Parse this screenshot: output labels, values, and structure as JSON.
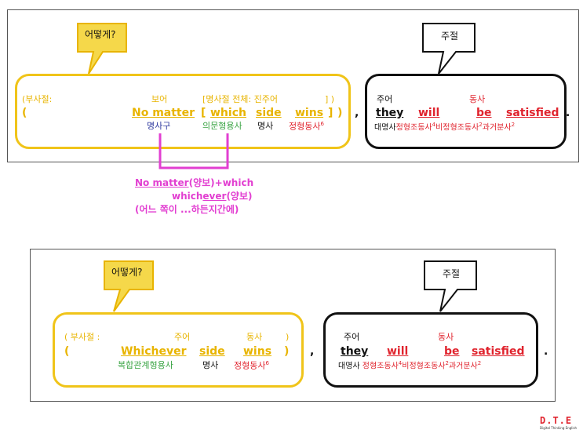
{
  "panel1": {
    "bubble_left": "어떻게?",
    "bubble_right": "주절",
    "adverb_clause_label": "(부사절:",
    "complement_label": "보어",
    "noun_clause_label": "[명사절 전체: 진주어",
    "noun_clause_close": "] )",
    "open_paren": "(",
    "no_matter": "No matter",
    "open_bracket": "[",
    "which": "which",
    "side": "side",
    "wins": "wins",
    "close_bracket": "]",
    "close_paren": ")",
    "tag_noun_phrase": "명사구",
    "tag_interrogative_adj": "의문형용사",
    "tag_noun": "명사",
    "tag_finite_verb": "정형동사",
    "tag_finite_verb_sup": "6",
    "comma": ",",
    "subject_label": "주어",
    "verb_label": "동사",
    "they": "they",
    "will": "will",
    "be": "be",
    "satisfied": "satisfied",
    "period": ".",
    "tag_pronoun": "대명사",
    "tag_finite_aux": "정형조동사",
    "tag_finite_aux_sup": "4",
    "tag_nonfinite_aux": "비정형조동사",
    "tag_nonfinite_aux_sup": "2",
    "tag_past_participle": "과거분사",
    "tag_past_participle_sup": "2"
  },
  "note": {
    "line1": "No matter(양보)+which",
    "line1_underlined": "No matter",
    "line1_rest": "(양보)+which",
    "line2_pre": "which",
    "line2_underlined": "ever",
    "line2_rest": "(양보)",
    "line3": "(어느 쪽이 ...하든지간에)"
  },
  "panel2": {
    "bubble_left": "어떻게?",
    "bubble_right": "주절",
    "adverb_clause_label": "( 부사절 :",
    "subject_label_left": "주어",
    "verb_label_left": "동사",
    "close_label_paren": ")",
    "open_paren": "(",
    "whichever": "Whichever",
    "side": "side",
    "wins": "wins",
    "close_paren": ")",
    "tag_compound_rel_adj": "복합관계형용사",
    "tag_noun": "명사",
    "tag_finite_verb": "정형동사",
    "tag_finite_verb_sup": "6",
    "comma": ",",
    "subject_label": "주어",
    "verb_label": "동사",
    "they": "they",
    "will": "will",
    "be": "be",
    "satisfied": "satisfied",
    "period": ".",
    "tag_pronoun": "대명사",
    "tag_finite_aux": "정형조동사",
    "tag_finite_aux_sup": "4",
    "tag_nonfinite_aux": "비정형조동사",
    "tag_nonfinite_aux_sup": "2",
    "tag_past_participle": "과거분사",
    "tag_past_participle_sup": "2"
  },
  "logo": {
    "mark": "D.T.E",
    "caption": "Digital Thinking English"
  },
  "colors": {
    "yellow": "#f0c419",
    "red": "#e0242e",
    "green": "#3aa444",
    "blue": "#2f3a9f",
    "magenta": "#e23fd1"
  }
}
